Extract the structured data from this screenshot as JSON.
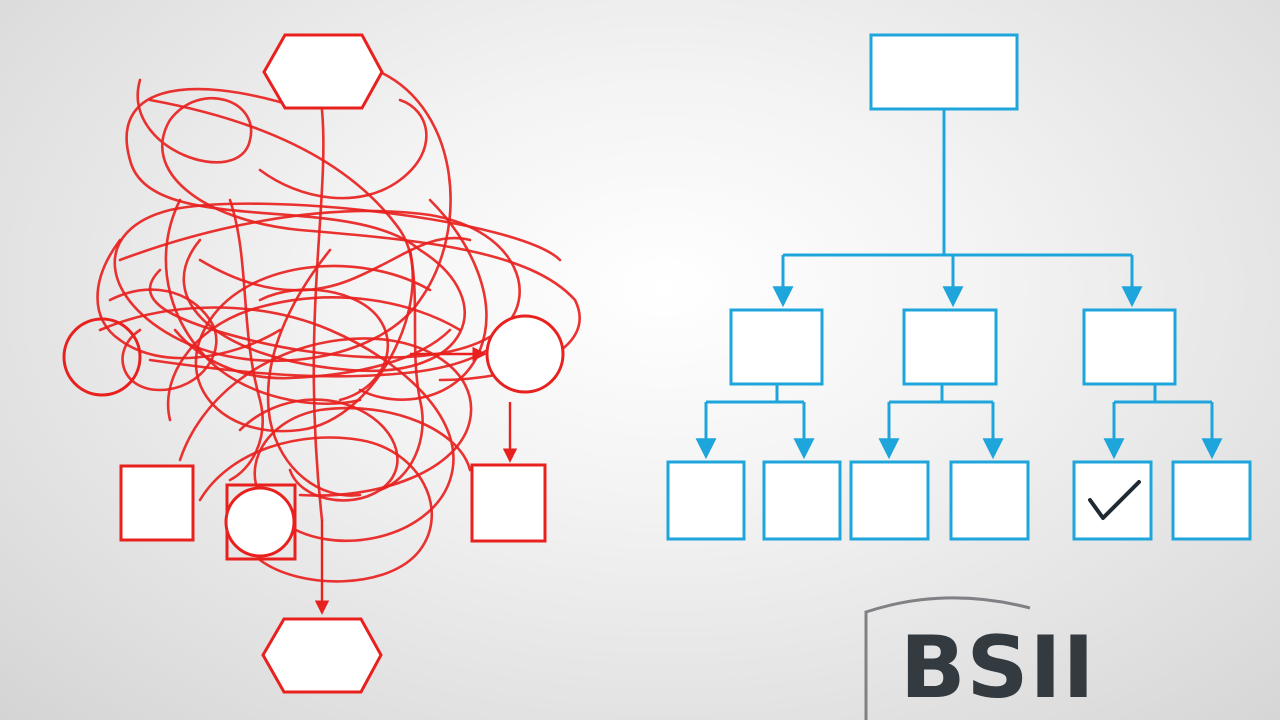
{
  "colors": {
    "chaos": "#e8211f",
    "order": "#1ea6dc",
    "check": "#1f2a33",
    "logo_text": "#333a40",
    "logo_shield": "#7f8184"
  },
  "left_diagram": {
    "description_nodes": [
      "hexagon-top",
      "circle-left",
      "circle-right",
      "square-bottom-left",
      "circle-bottom-middle",
      "square-bottom-right",
      "hexagon-bottom"
    ]
  },
  "right_diagram": {
    "root": {
      "label": ""
    },
    "level2": [
      {
        "label": ""
      },
      {
        "label": ""
      },
      {
        "label": ""
      }
    ],
    "level3": [
      {
        "label": "",
        "checked": false
      },
      {
        "label": "",
        "checked": false
      },
      {
        "label": "",
        "checked": false
      },
      {
        "label": "",
        "checked": false
      },
      {
        "label": "",
        "checked": true
      },
      {
        "label": "",
        "checked": false
      }
    ],
    "check_icon": "check-icon"
  },
  "logo": {
    "text": "BSII",
    "icon": "shield-outline-icon"
  }
}
